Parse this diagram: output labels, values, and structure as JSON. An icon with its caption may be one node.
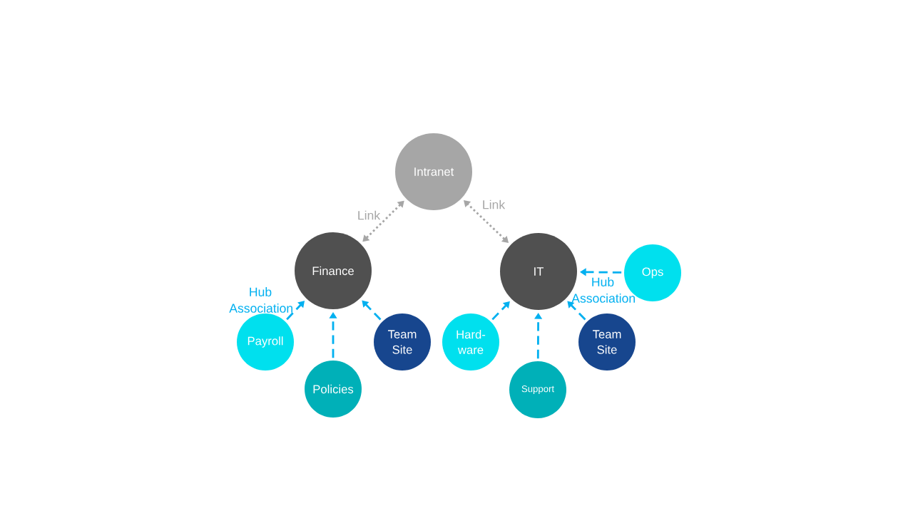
{
  "diagram": {
    "nodes": [
      {
        "text": [
          "Intranet"
        ]
      },
      {
        "text": [
          "Finance"
        ]
      },
      {
        "text": [
          "IT"
        ]
      },
      {
        "text": [
          "Ops"
        ]
      },
      {
        "text": [
          "Payroll"
        ]
      },
      {
        "text": [
          "Team Site"
        ]
      },
      {
        "text": [
          "Hard-ware"
        ]
      },
      {
        "text": [
          "Team Site"
        ]
      },
      {
        "text": [
          "Policies"
        ]
      },
      {
        "text": [
          "Support"
        ]
      }
    ],
    "edges": [
      {
        "from": 1,
        "to": 0,
        "arrow": "both",
        "label": "Link",
        "color": "#a6a6a6"
      },
      {
        "from": 2,
        "to": 0,
        "arrow": "both",
        "label": "Link",
        "color": "#a6a6a6"
      },
      {
        "from": 3,
        "to": 2,
        "arrow": "to",
        "label": "Hub Association",
        "style": "dashed"
      },
      {
        "from": 4,
        "to": 1,
        "arrow": "to",
        "label": "Hub Association",
        "style": "dashed"
      },
      {
        "from": 8,
        "to": 1,
        "arrow": "to",
        "style": "dashed"
      },
      {
        "from": 5,
        "to": 1,
        "arrow": "to",
        "style": "dashed"
      },
      {
        "from": 6,
        "to": 2,
        "arrow": "to",
        "style": "dashed"
      },
      {
        "from": 9,
        "to": 2,
        "arrow": "to",
        "style": "dashed"
      },
      {
        "from": 7,
        "to": 2,
        "arrow": "to",
        "style": "dashed"
      }
    ]
  }
}
